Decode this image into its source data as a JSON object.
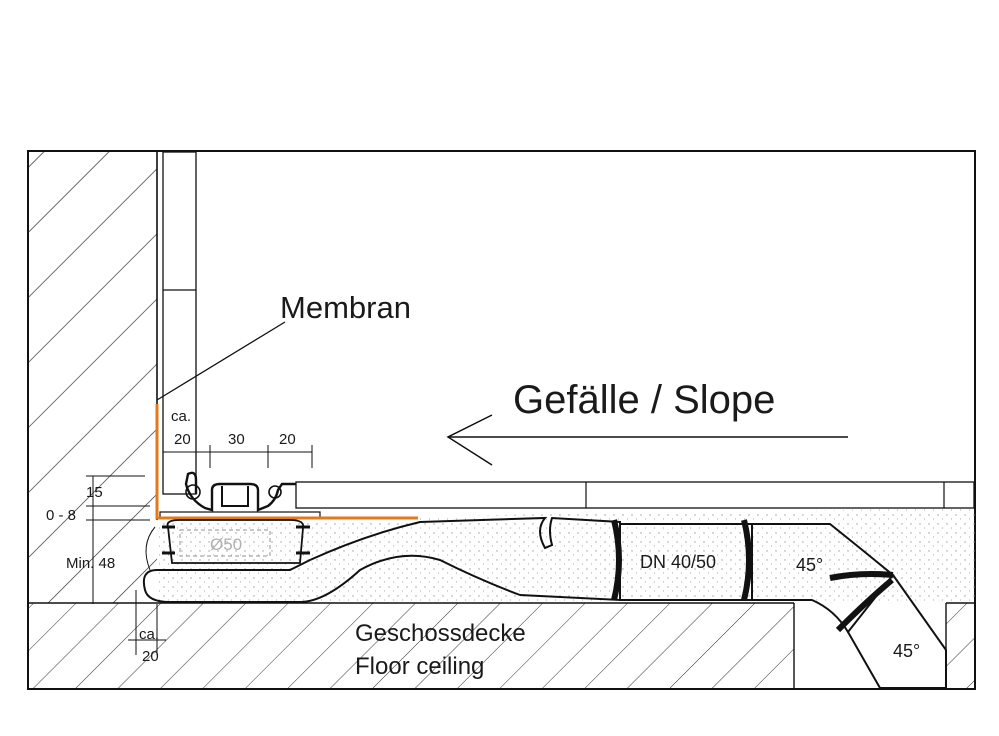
{
  "labels": {
    "membrane": "Membran",
    "slope": "Gefälle / Slope",
    "ca_top": "ca.",
    "dim_20_left": "20",
    "dim_30": "30",
    "dim_20_right": "20",
    "dim_15": "15",
    "dim_0_8": "0 - 8",
    "dim_min48": "Min. 48",
    "diameter": "Ø50",
    "pipe_dn": "DN 40/50",
    "angle_1": "45°",
    "angle_2": "45°",
    "ca_bottom": "ca.",
    "dim_20_bottom": "20",
    "deck_de": "Geschossdecke",
    "deck_en": "Floor ceiling"
  },
  "colors": {
    "membrane": "#e07a1a",
    "lines": "#111111",
    "screed_dots": "#9a9a9a"
  }
}
